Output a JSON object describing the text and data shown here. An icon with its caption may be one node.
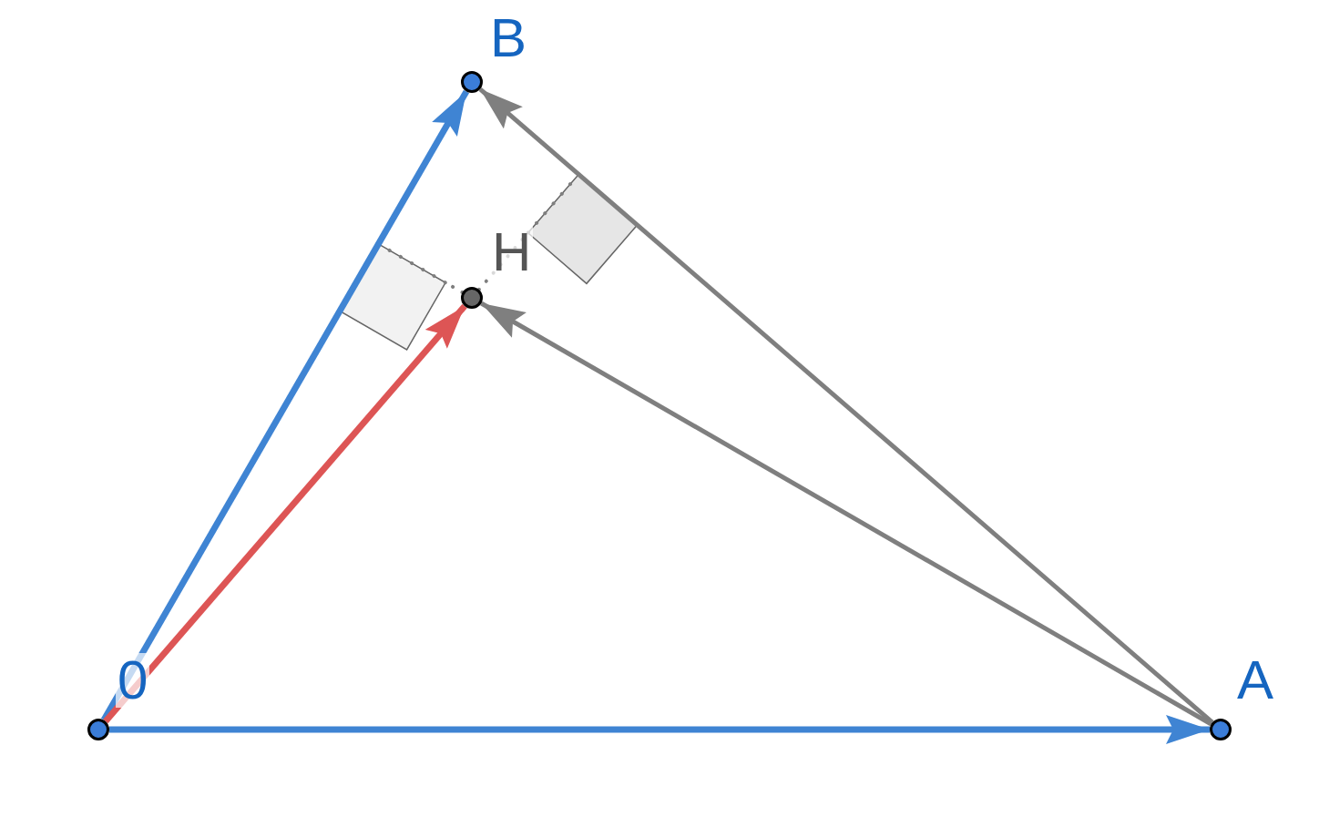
{
  "diagram": {
    "nodes": [
      {
        "text": [],
        "shape": "circle",
        "beside": [
          "B"
        ]
      },
      {
        "text": [],
        "shape": "circle",
        "beside": [
          "H"
        ]
      },
      {
        "text": [],
        "shape": "circle",
        "beside": [
          "0"
        ]
      },
      {
        "text": [],
        "shape": "circle",
        "beside": [
          "A"
        ]
      },
      {
        "text": [],
        "shape": "box"
      },
      {
        "text": [],
        "shape": "diamond"
      }
    ],
    "edges": [
      {
        "from": 2,
        "to": 0,
        "arrow": "to",
        "color": "#3f84d3"
      },
      {
        "from": 2,
        "to": 1,
        "arrow": "to",
        "color": "#dd5555"
      },
      {
        "from": 2,
        "to": 3,
        "arrow": "to",
        "color": "#3f84d3"
      },
      {
        "from": 3,
        "to": 0,
        "arrow": "to",
        "color": "#7f7f7f"
      },
      {
        "from": 3,
        "to": 1,
        "arrow": "to",
        "color": "#7f7f7f"
      },
      {
        "from": 1,
        "to": 4,
        "arrow": "none",
        "style": "dashed",
        "color": "#7f7f7f"
      },
      {
        "from": 1,
        "to": 5,
        "arrow": "none",
        "style": "dashed",
        "color": "#7f7f7f"
      }
    ]
  }
}
